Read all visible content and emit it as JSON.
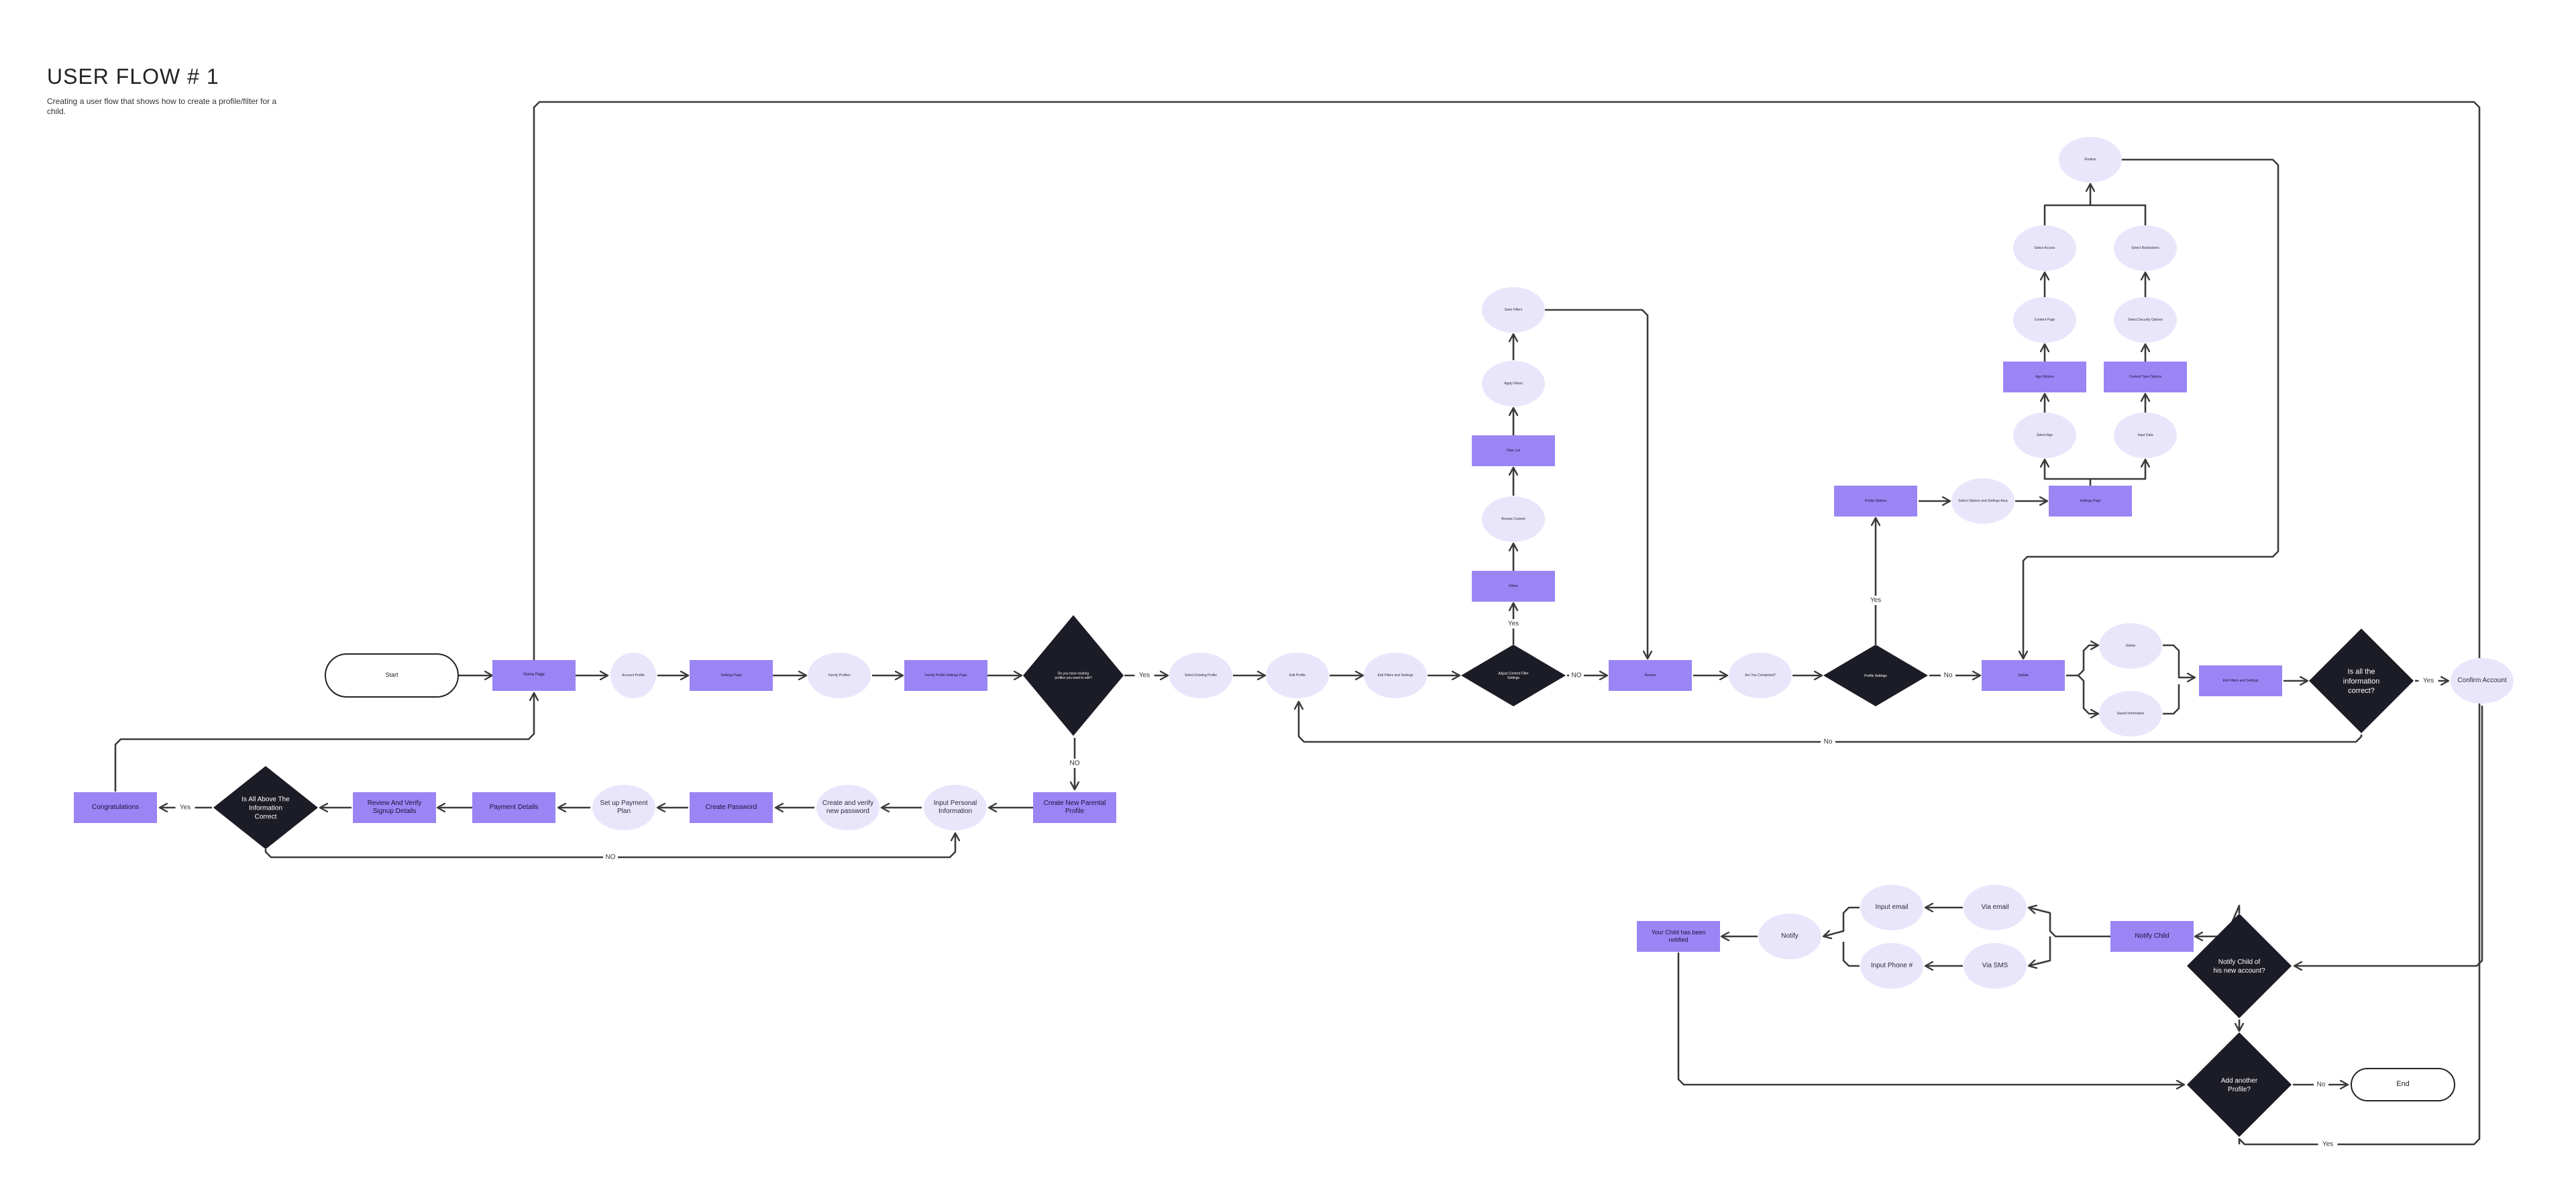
{
  "header": {
    "title": "USER FLOW # 1",
    "subtitle": "Creating a user flow that shows how to create a profile/filter for a child."
  },
  "colors": {
    "process": "#9b85f5",
    "screen": "#e9e6fc",
    "decision": "#1c1c26",
    "connector": "#3a3a3a"
  },
  "nodes": {
    "start": "Start",
    "n_home": "Home Page",
    "n_account": "Account Profile",
    "n_settings": "Settings Page",
    "n_family": "Family Profiles",
    "n_family_select": "Family Profile Settings Page",
    "n_exists": "Do you have existing profiles you want to edit?",
    "n_select_profile": "Select Existing Profile",
    "n_edit_profile": "Edit Profile",
    "n_edit_options": "Edit Filters and Settings",
    "n_adjust_filter": "Adjust Content Filter Settings",
    "n_filters": "Filters",
    "n_browse": "Browse Content",
    "n_filter_list": "Filter List",
    "n_apply_filter": "Apply Filters",
    "n_save_filters": "Save Filters",
    "n_review": "Review",
    "n_complete": "Are You Completed?",
    "n_profile_settings": "Profile Settings",
    "n_pro_opt": "Profile Options",
    "n_options_area": "Select Options and Settings Area",
    "n_settings_page": "Settings Page",
    "n_age": "Select Age",
    "n_age_opt": "Age Options",
    "n_content_page": "Content Page",
    "n_access": "Select Access",
    "n_inputs": "Input Data",
    "n_content_type": "Content Type Options",
    "n_security": "Select Security Options",
    "n_restrictions": "Select Restrictions",
    "n_finalize": "Finalize",
    "n_update": "Update",
    "n_delete": "Delete",
    "n_saved": "Saved Information",
    "n_is_correct": "Is all the information correct?",
    "n_confirm": "Confirm Account",
    "n_create_new": "Create New Parental Profile",
    "n_input_personal": "Input Personal Information",
    "n_create_verify": "Create and verify new password",
    "n_create_password": "Create Password",
    "n_setup_payment": "Set up Payment Plan",
    "n_payment_details": "Payment Details",
    "n_review_verify": "Review And Verify Signup Details",
    "n_is_all_correct": "Is All Above The Information Correct",
    "n_congrats": "Congratulations",
    "n_notify_q": "Notify Child of his new account?",
    "n_notify_child": "Notify Child",
    "n_via_email": "Via email",
    "n_via_sms": "Via SMS",
    "n_input_email": "Input email",
    "n_input_phone": "Input Phone #",
    "n_notify": "Notify",
    "n_child_notified": "Your Child has been notified",
    "n_add_another": "Add another Profile?",
    "end": "End"
  },
  "edge_labels": {
    "yes": "Yes",
    "no": "No",
    "no_caps": "NO"
  }
}
